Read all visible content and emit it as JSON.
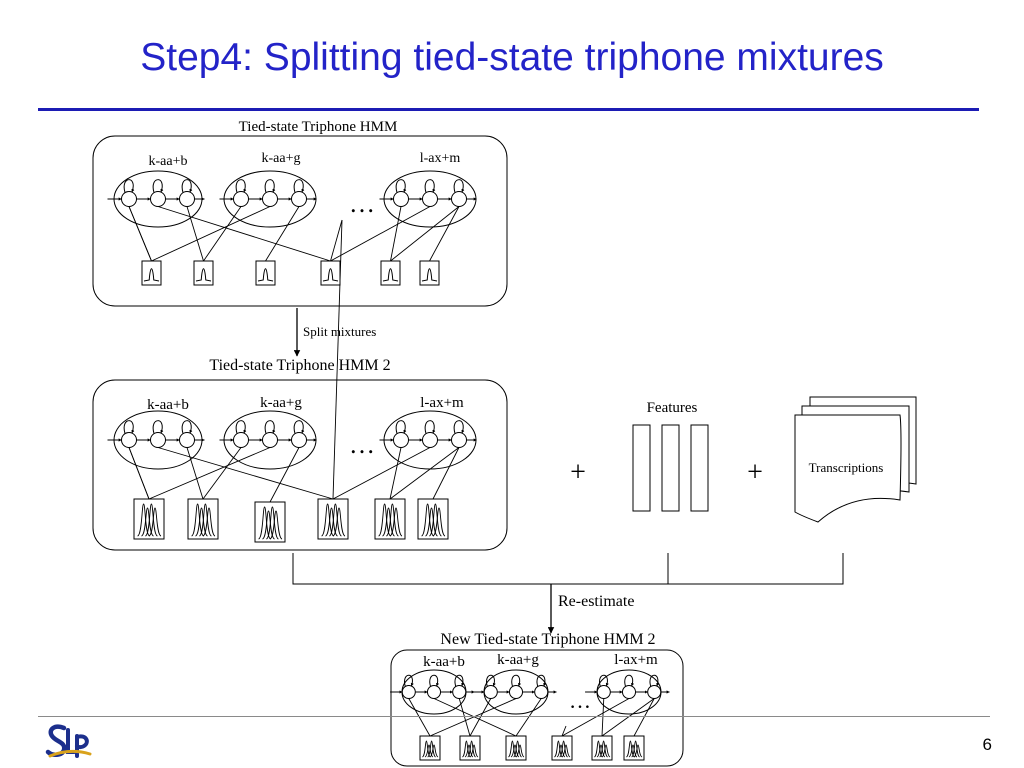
{
  "slide": {
    "title": "Step4: Splitting tied-state triphone mixtures",
    "page_number": "6"
  },
  "colors": {
    "title": "#2323c8",
    "rule": "#1c1cb4"
  },
  "icons": {
    "logo": "slp-logo"
  },
  "diagram": {
    "hmm1": {
      "caption": "Tied-state Triphone HMM",
      "models": [
        "k-aa+b",
        "k-aa+g",
        "l-ax+m"
      ],
      "ellipsis": "…",
      "pdf_count": 6,
      "pdf_kind": "single-gaussian"
    },
    "split_label": "Split mixtures",
    "hmm2": {
      "caption": "Tied-state Triphone HMM 2",
      "models": [
        "k-aa+b",
        "k-aa+g",
        "l-ax+m"
      ],
      "ellipsis": "…",
      "pdf_count": 6,
      "pdf_kind": "gaussian-mixture"
    },
    "plus_1": "+",
    "plus_2": "+",
    "features_label": "Features",
    "transcriptions_label": "Transcriptions",
    "reestimate_label": "Re-estimate",
    "hmm3": {
      "caption": "New Tied-state Triphone HMM 2",
      "models": [
        "k-aa+b",
        "k-aa+g",
        "l-ax+m"
      ],
      "ellipsis": "…",
      "pdf_count": 6,
      "pdf_kind": "gaussian-mixture"
    }
  }
}
